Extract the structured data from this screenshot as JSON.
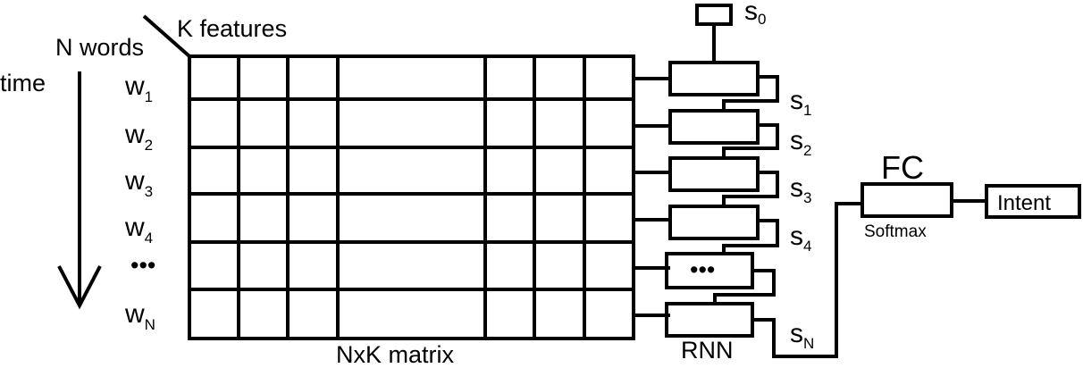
{
  "labels": {
    "features": "K features",
    "words": "N words",
    "time": "time",
    "matrix": "NxK matrix",
    "rnn": "RNN",
    "fc": "FC",
    "softmax": "Softmax",
    "intent": "Intent"
  },
  "word_rows": [
    {
      "base": "w",
      "sub": "1"
    },
    {
      "base": "w",
      "sub": "2"
    },
    {
      "base": "w",
      "sub": "3"
    },
    {
      "base": "w",
      "sub": "4"
    },
    {
      "base": "•••",
      "sub": ""
    },
    {
      "base": "w",
      "sub": "N"
    }
  ],
  "rnn_cells": [
    "",
    "",
    "",
    "",
    "•••",
    ""
  ],
  "states": [
    {
      "base": "s",
      "sub": "0"
    },
    {
      "base": "s",
      "sub": "1"
    },
    {
      "base": "s",
      "sub": "2"
    },
    {
      "base": "s",
      "sub": "3"
    },
    {
      "base": "s",
      "sub": "4"
    },
    {
      "base": "s",
      "sub": "N"
    }
  ]
}
